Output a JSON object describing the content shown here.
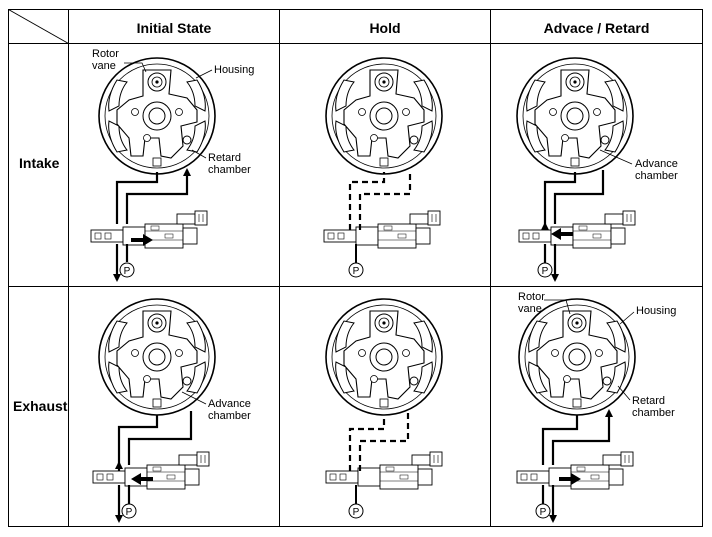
{
  "header": {
    "col1": "Initial State",
    "col2": "Hold",
    "col3": "Advace / Retard"
  },
  "rows": {
    "intake": "Intake",
    "exhaust": "Exhaust"
  },
  "labels": {
    "rotor_vane": "Rotor vane",
    "housing": "Housing",
    "retard_chamber": "Retard chamber",
    "advance_chamber": "Advance chamber",
    "pump": "P"
  }
}
